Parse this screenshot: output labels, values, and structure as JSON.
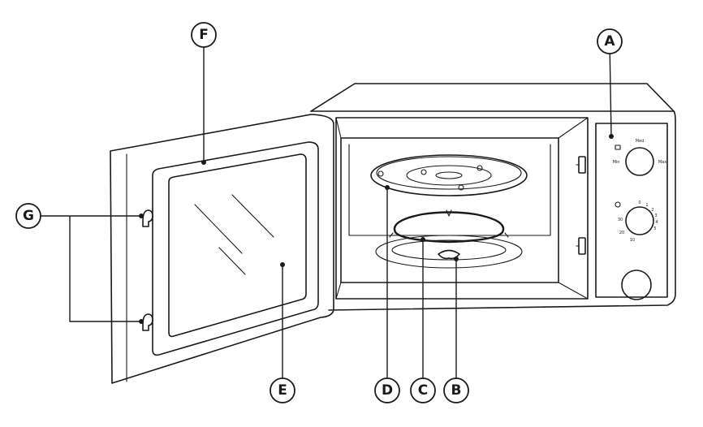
{
  "callouts": {
    "a": "A",
    "b": "B",
    "c": "C",
    "d": "D",
    "e": "E",
    "f": "F",
    "g": "G"
  },
  "power_dial": {
    "top": "Med",
    "left": "Min",
    "right": "Max"
  },
  "timer_dial": {
    "ticks": [
      "0",
      "1",
      "2",
      "3",
      "4",
      "5",
      "10",
      "20",
      "30"
    ]
  },
  "icons": [
    "power-level-icon",
    "clock-icon",
    "door-hook-icon"
  ]
}
